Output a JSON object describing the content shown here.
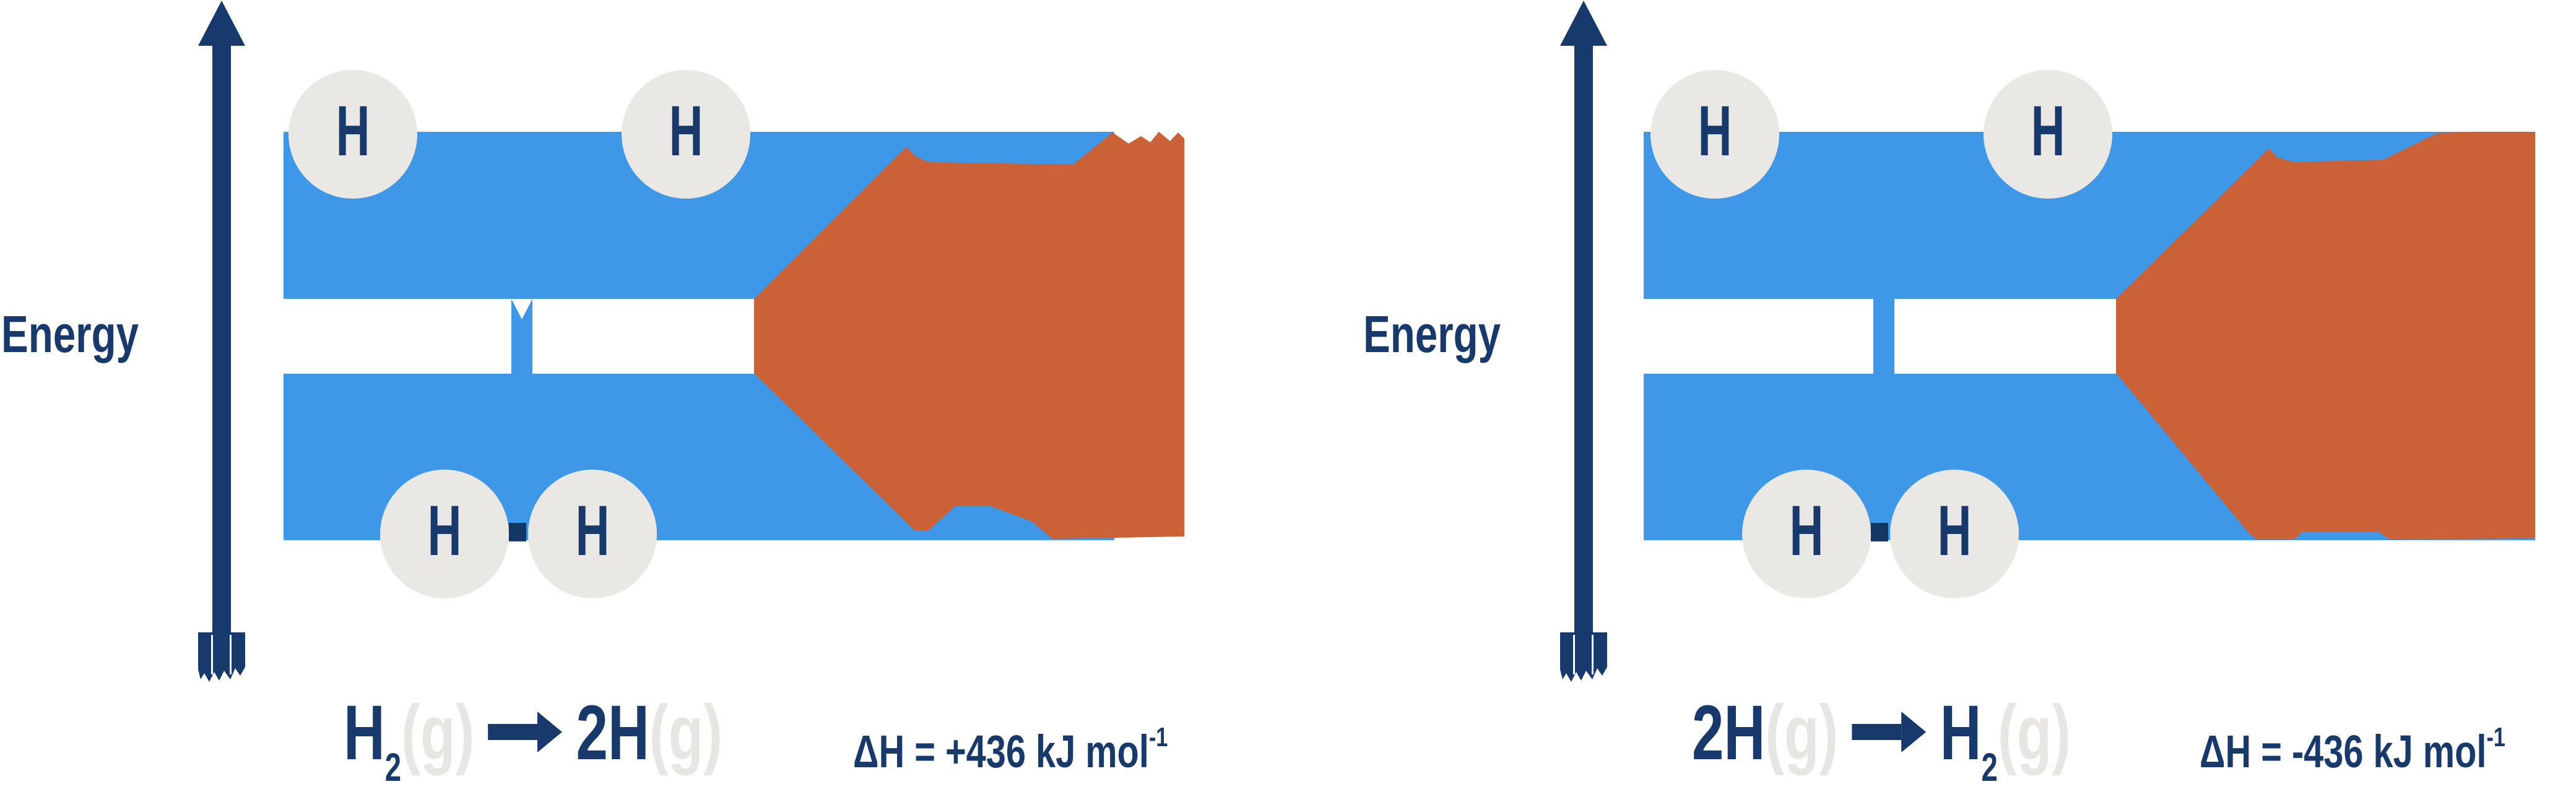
{
  "colors": {
    "navy": "#17396b",
    "blue": "#3f97e7",
    "orange": "#cb6136",
    "circle_gray": "#eae8e4",
    "state_gray": "#e8e6e3",
    "bond": "#133763",
    "white": "#ffffff"
  },
  "panels": [
    {
      "name": "bond-breaking",
      "axis_label": "Energy",
      "atom_labels": [
        "H",
        "H",
        "H",
        "H"
      ],
      "equation": {
        "lhs_formula": "H",
        "lhs_subscript": "2",
        "lhs_state": "(g)",
        "rhs_formula": "2H",
        "rhs_state": "(g)"
      },
      "enthalpy": {
        "expression": "ΔH = +436 kJ mol",
        "exponent": "-1"
      }
    },
    {
      "name": "bond-forming",
      "axis_label": "Energy",
      "atom_labels": [
        "H",
        "H",
        "H",
        "H"
      ],
      "equation": {
        "lhs_formula": "2H",
        "lhs_state": "(g)",
        "rhs_formula": "H",
        "rhs_subscript": "2",
        "rhs_state": "(g)"
      },
      "enthalpy": {
        "expression": "ΔH = -436 kJ mol",
        "exponent": "-1"
      }
    }
  ]
}
